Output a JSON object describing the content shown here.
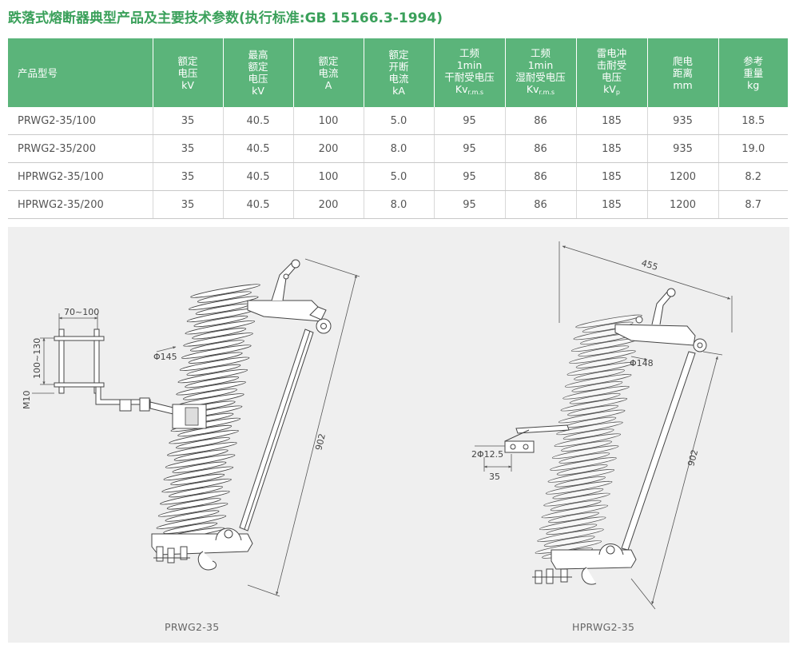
{
  "title": "跌落式熔断器典型产品及主要技术参数(执行标准:GB 15166.3-1994)",
  "table": {
    "headers": [
      {
        "lines": [
          "产品型号"
        ]
      },
      {
        "lines": [
          "额定",
          "电压",
          "kV"
        ]
      },
      {
        "lines": [
          "最高",
          "额定",
          "电压",
          "kV"
        ]
      },
      {
        "lines": [
          "额定",
          "电流",
          "A"
        ]
      },
      {
        "lines": [
          "额定",
          "开断",
          "电流",
          "kA"
        ]
      },
      {
        "lines": [
          "工频",
          "1min",
          "干耐受电压"
        ],
        "unit": "Kv",
        "unit_sub": "r.m.s"
      },
      {
        "lines": [
          "工频",
          "1min",
          "湿耐受电压"
        ],
        "unit": "Kv",
        "unit_sub": "r.m.s"
      },
      {
        "lines": [
          "雷电冲",
          "击耐受",
          "电压"
        ],
        "unit": "kV",
        "unit_sub": "p"
      },
      {
        "lines": [
          "爬电",
          "距离",
          "mm"
        ]
      },
      {
        "lines": [
          "参考",
          "重量",
          "kg"
        ]
      }
    ],
    "rows": [
      [
        "PRWG2-35/100",
        "35",
        "40.5",
        "100",
        "5.0",
        "95",
        "86",
        "185",
        "935",
        "18.5"
      ],
      [
        "PRWG2-35/200",
        "35",
        "40.5",
        "200",
        "8.0",
        "95",
        "86",
        "185",
        "935",
        "19.0"
      ],
      [
        "HPRWG2-35/100",
        "35",
        "40.5",
        "100",
        "5.0",
        "95",
        "86",
        "185",
        "1200",
        "8.2"
      ],
      [
        "HPRWG2-35/200",
        "35",
        "40.5",
        "200",
        "8.0",
        "95",
        "86",
        "185",
        "1200",
        "8.7"
      ]
    ]
  },
  "drawing_left": {
    "caption": "PRWG2-35",
    "dim_width": "70~100",
    "dim_height": "100~130",
    "dim_bolt": "M10",
    "dim_diameter": "Φ145",
    "dim_length": "902"
  },
  "drawing_right": {
    "caption": "HPRWG2-35",
    "dim_top": "455",
    "dim_diameter": "Φ148",
    "dim_holes": "2Φ12.5",
    "dim_offset": "35",
    "dim_length": "902"
  },
  "colors": {
    "accent": "#3aa05a",
    "header_bg": "#5bb47a",
    "drawing_bg": "#efefef"
  }
}
